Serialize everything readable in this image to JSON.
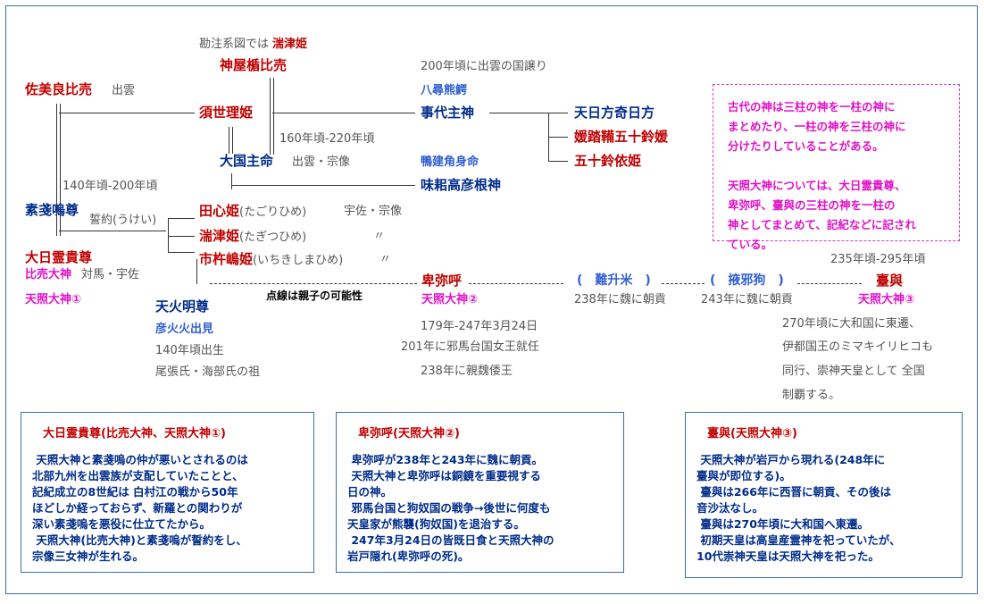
{
  "nodes": {
    "kanchu_prefix": "勘注系図では",
    "kanchu_name": "湍津姫",
    "kamuyatate": "神屋楯比売",
    "sami_ra": "佐美良比売",
    "sami_ra_place": "出雲",
    "suseri": "須世理姫",
    "kotoshironushi": "事代主神",
    "amehikata": "天日方奇日方",
    "himetatara": "媛踏鞴五十鈴媛",
    "isuzuyori": "五十鈴依姫",
    "okuninushi": "大国主命",
    "okuninushi_place": "出雲・宗像",
    "ajisuki": "味耜高彦根神",
    "susanoo": "素戔嗚尊",
    "seiyaku": "誓約(うけい)",
    "tagori": "田心姫",
    "tagori_yomi": "(たごりひめ)",
    "tagori_place": "宇佐・宗像",
    "tagitsu": "湍津姫",
    "tagitsu_yomi": "(たぎつひめ)",
    "tagitsu_ditto": "〃",
    "ichikishima": "市杵嶋姫",
    "ichikishima_yomi": "(いちきしまひめ)",
    "ichikishima_ditto": "〃",
    "ohirume": "大日霊貴尊",
    "hime_okami": "比売大神",
    "ohirume_place": "対馬・宇佐",
    "amaterasu1": "天照大神①",
    "amenohoakari": "天火明尊",
    "hohodemi": "彦火火出見",
    "hohodemi_born": "140年頃出生",
    "owari": "尾張氏・海部氏の祖",
    "himiko": "卑弥呼",
    "amaterasu2": "天照大神②",
    "nashime": "(　難升米　)",
    "eyaku": "(　掖邪狗　)",
    "toyo": "臺與",
    "amaterasu3": "天照大神③"
  },
  "notes": {
    "kuni_yuzuri": "200年頃に出雲の国譲り",
    "yahiro": "八尋熊鰐",
    "c160": "160年頃-220年頃",
    "kamotake": "鴨建角身命",
    "c140": "140年頃-200年頃",
    "dotted": "点線は親子の可能性",
    "c235": "235年頃-295年頃",
    "nashime_chokou": "238年に魏に朝貢",
    "eyaku_chokou": "243年に魏に朝貢",
    "himiko_dates": "179年-247年3月24日",
    "himiko_queen": "201年に邪馬台国女王就任",
    "himiko_shingi": "238年に親魏倭王",
    "toyo_note_1": "270年頃に大和国に東遷、",
    "toyo_note_2": "伊都国王のミマキイリヒコも",
    "toyo_note_3": "同行、崇神天皇として 全国",
    "toyo_note_4": "制覇する。"
  },
  "magenta_note": "古代の神は三柱の神を一柱の神に\nまとめたり、一柱の神を三柱の神に\n分けたりしていることがある。\n\n天照大神については、大日霊貴尊、\n卑弥呼、臺與の三柱の神を一柱の\n神としてまとめて、記紀などに記され\nている。",
  "boxes": [
    {
      "title": "大日霊貴尊(比売大神、天照大神①)",
      "body": " 天照大神と素戔嗚の仲が悪いとされるのは\n北部九州を出雲族が支配していたことと、\n記紀成立の8世紀は 白村江の戦から50年\nほどしか経っておらず、新羅との関わりが\n深い素戔嗚を悪役に仕立てたから。\n 天照大神(比売大神)と素戔嗚が誓約をし、\n宗像三女神が生れる。"
    },
    {
      "title": "卑弥呼(天照大神②)",
      "body": " 卑弥呼が238年と243年に魏に朝貢。\n 天照大神と卑弥呼は銅鏡を重要視する\n日の神。\n 邪馬台国と狗奴国の戦争→後世に何度も\n天皇家が熊襲(狗奴国)を退治する。\n 247年3月24日の皆既日食と天照大神の\n岩戸隠れ(卑弥呼の死)。"
    },
    {
      "title": "臺與(天照大神③)",
      "body": " 天照大神が岩戸から現れる(248年に\n臺與が即位する)。\n 臺與は266年に西晋に朝貢、その後は\n音沙汰なし。\n 臺與は270年頃に大和国へ東遷。\n 初期天皇は高皇産霊神を祀っていたが、\n10代崇神天皇は天照大神を祀った。"
    }
  ],
  "colors": {
    "red": "#c00000",
    "navy": "#002c8a",
    "blue": "#2f5fd0",
    "magenta": "#e012c8",
    "gray": "#555555",
    "frame": "#3a6fb0"
  }
}
